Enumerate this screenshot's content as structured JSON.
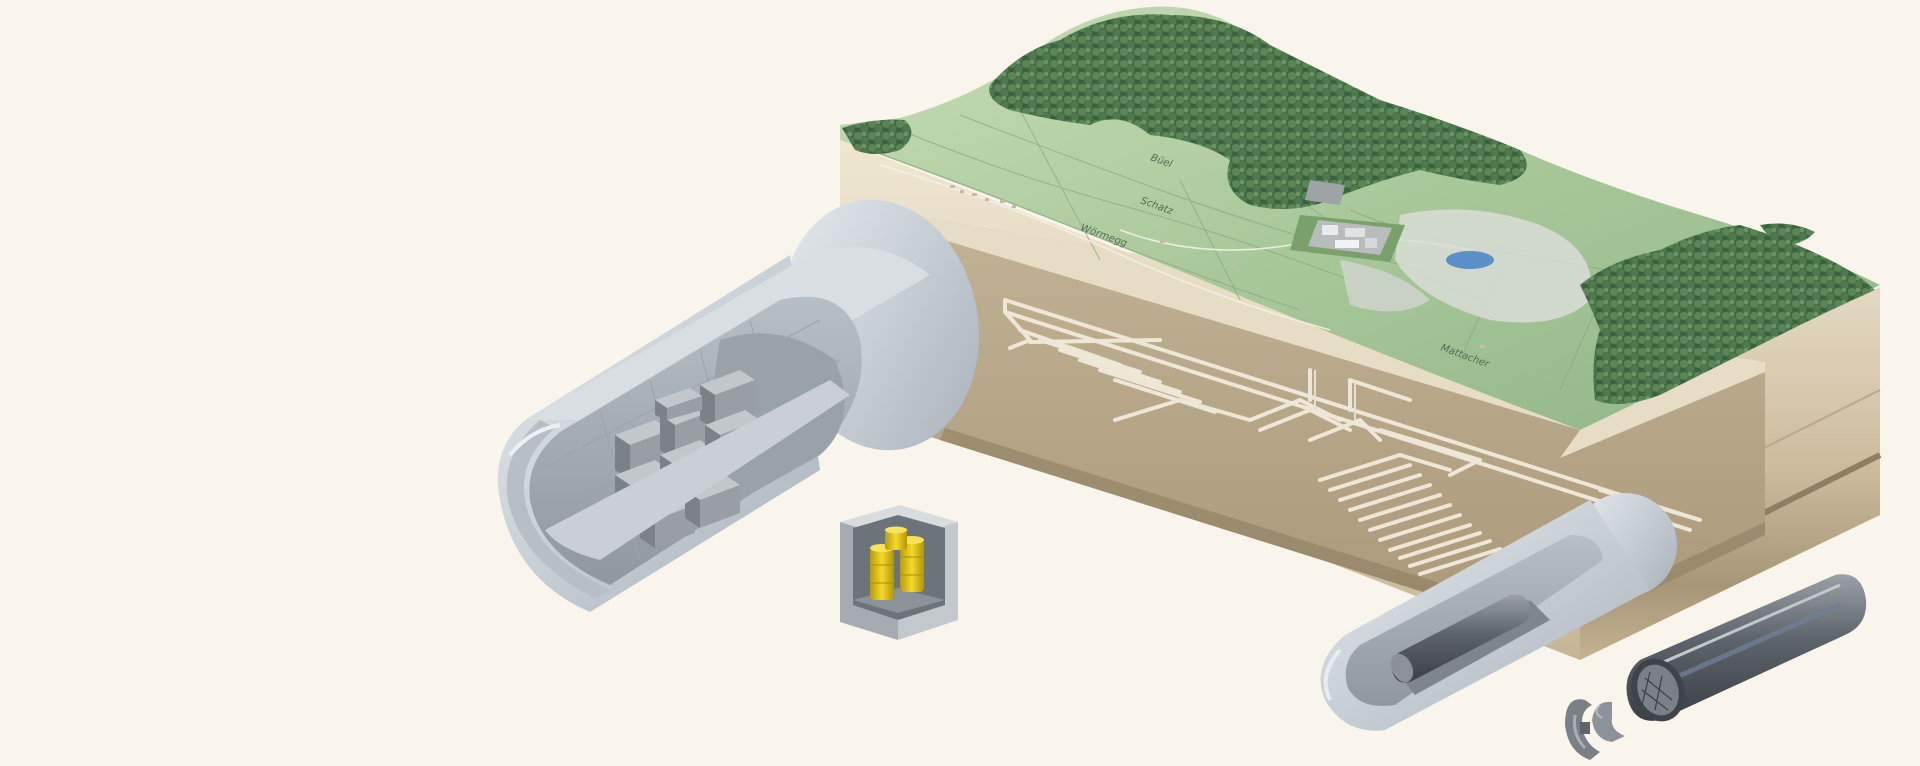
{
  "scene": {
    "colors": {
      "background": "#f9f5ec",
      "terrain_light": "#b9d3a8",
      "forest": "#46704a",
      "soil_top": "#ebe1cc",
      "soil_mid": "#d2c2a6",
      "soil_dark": "#a79678",
      "tunnel_concrete": "#cfd6dc",
      "waste_drum": "#e9cb1c",
      "container_grey": "#8e9399"
    },
    "icons": {
      "terrain": "terrain-block-icon",
      "forest": "forest-icon",
      "surface_facility": "surface-facility-icon",
      "pond": "pond-icon",
      "repository_tunnels": "tunnel-network-icon",
      "lilw_tunnel": "lilw-tunnel-icon",
      "lilw_container": "waste-container-icon",
      "hlw_tunnel": "hlw-tunnel-icon",
      "canister": "canister-icon",
      "bentonite_blocks": "bentonite-block-icon"
    },
    "map_labels": [
      "Schatz",
      "Wörmegg",
      "Büel",
      "Mattacher"
    ]
  }
}
